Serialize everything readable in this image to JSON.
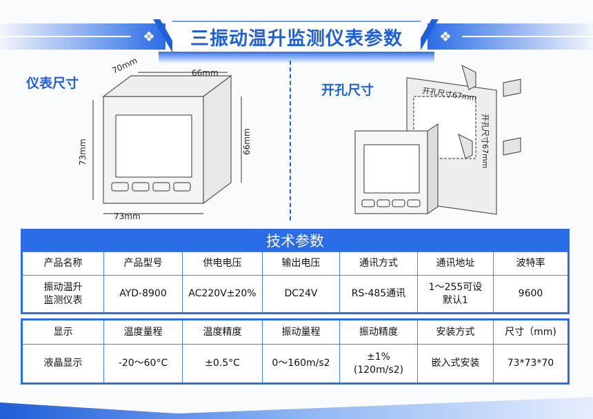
{
  "title": "三振动温升监测仪表参数",
  "left_section": {
    "label": "仪表尺寸",
    "dims": {
      "depth": "70mm",
      "width_top": "66mm",
      "height_left": "73mm",
      "height_right": "66mm",
      "width_bottom": "73mm"
    }
  },
  "right_section": {
    "label": "开孔尺寸",
    "cutout_h": "开孔尺寸67mm",
    "cutout_v": "开孔尺寸67mm"
  },
  "table": {
    "title": "技术参数",
    "headers1": [
      "产品名称",
      "产品型号",
      "供电电压",
      "输出电压",
      "通讯方式",
      "通讯地址",
      "波特率"
    ],
    "values1": [
      "振动温升\n监测仪表",
      "AYD-8900",
      "AC220V±20%",
      "DC24V",
      "RS-485通讯",
      "1～255可设\n默认1",
      "9600"
    ],
    "headers2": [
      "显示",
      "温度量程",
      "温度精度",
      "振动量程",
      "振动精度",
      "安装方式",
      "尺寸（mm)"
    ],
    "values2": [
      "液晶显示",
      "-20～60°C",
      "±0.5°C",
      "0～160m/s2",
      "±1%\n(120m/s2)",
      "嵌入式安装",
      "73*73*70"
    ]
  },
  "colors": {
    "accent": "#2b6de6",
    "title": "#1f5fd8"
  }
}
